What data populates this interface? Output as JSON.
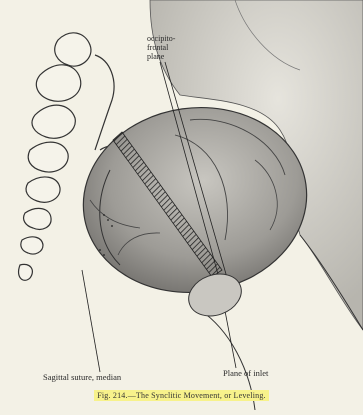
{
  "figure": {
    "labels": {
      "occipitofrontal": [
        "occipito-",
        "frontal",
        "plane"
      ],
      "sagittal": "Sagittal suture, median",
      "inlet": "Plane of inlet"
    },
    "caption": "Fig. 214.—The Synclitic Movement, or Leveling."
  },
  "colors": {
    "paper": "#f3f1e6",
    "ink": "#2a2a2a",
    "caption_highlight": "#f7f28b"
  }
}
